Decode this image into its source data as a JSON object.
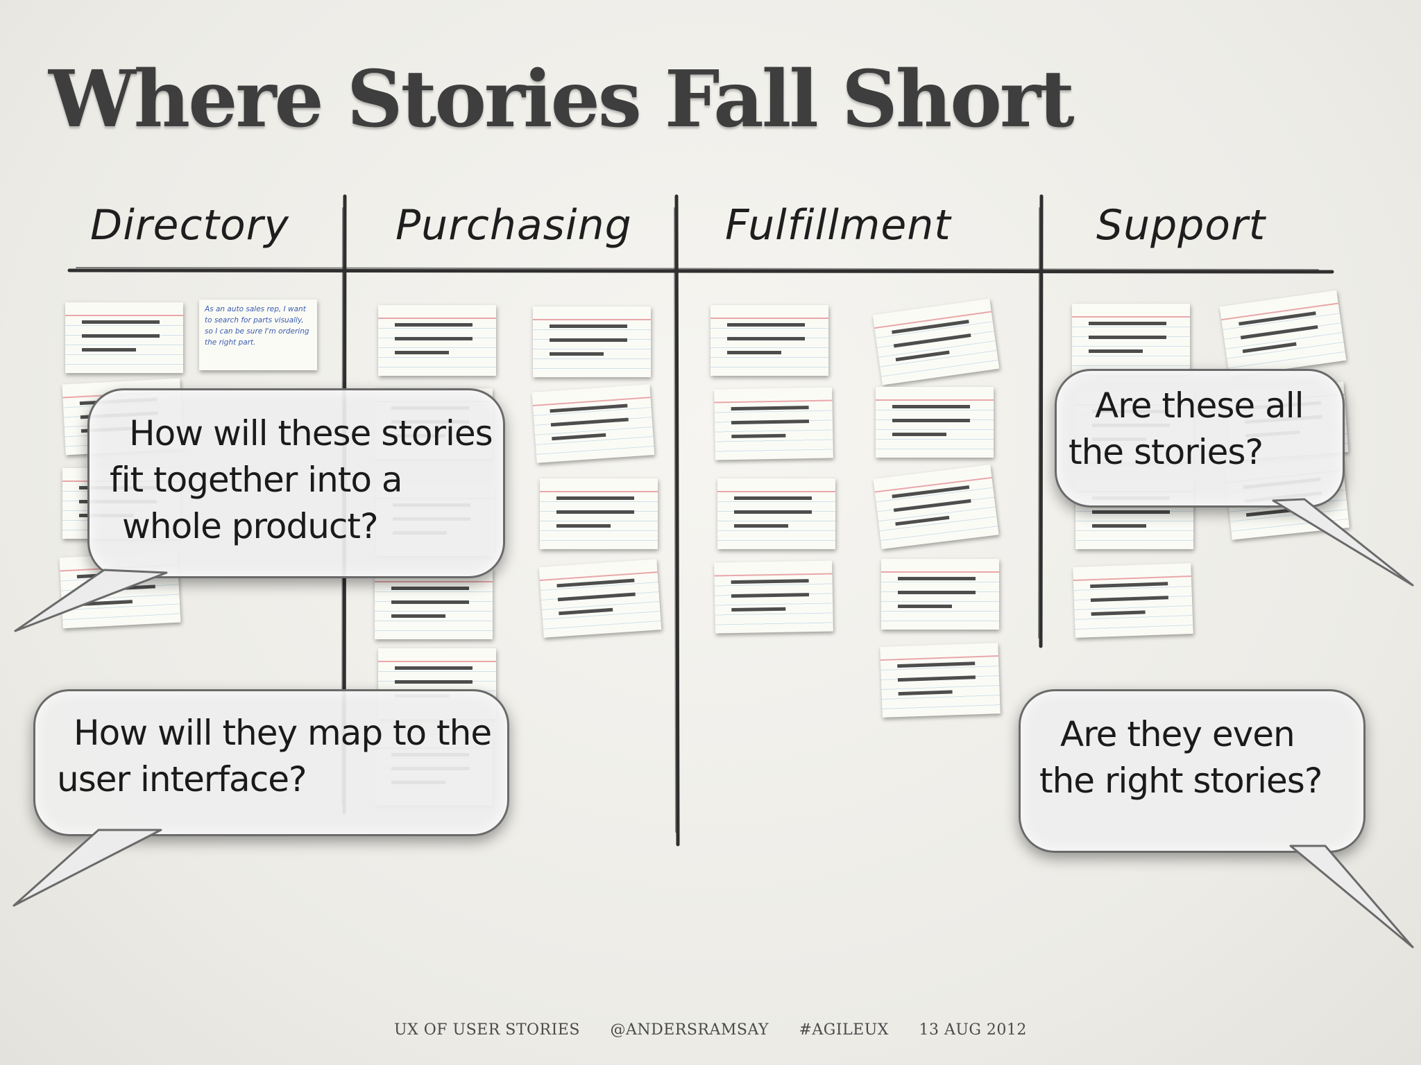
{
  "slide": {
    "title": "Where Stories Fall Short"
  },
  "columns": [
    {
      "label": "Directory"
    },
    {
      "label": "Purchasing"
    },
    {
      "label": "Fulfillment"
    },
    {
      "label": "Support"
    }
  ],
  "story_card": {
    "text": "As an auto sales rep, I want to search for parts visually, so I can be sure I'm ordering the right part."
  },
  "bubbles": [
    {
      "lines": [
        "How will these stories",
        "fit together into a",
        "whole product?"
      ]
    },
    {
      "lines": [
        "How will they map to the",
        "user interface?"
      ]
    },
    {
      "lines": [
        "Are these all",
        "the stories?"
      ]
    },
    {
      "lines": [
        "Are they even",
        "the right stories?"
      ]
    }
  ],
  "footer": {
    "topic": "UX OF USER STORIES",
    "handle": "@ANDERSRAMSAY",
    "hashtag": "#AGILEUX",
    "date": "13 AUG 2012"
  },
  "colors": {
    "background": "#efede8",
    "title": "#3e3e3e",
    "card_red_line": "#e9a7a8",
    "card_blue_line": "#cfe1ea",
    "story_ink": "#3a5bb0",
    "bubble_border": "#6a6a6a"
  }
}
